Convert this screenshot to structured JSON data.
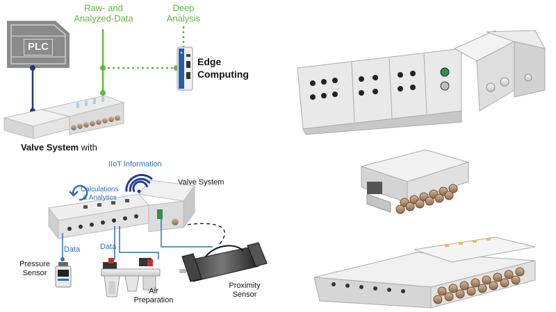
{
  "top": {
    "plc_label": "PLC",
    "raw_data_line1": "Raw- and",
    "raw_data_line2": "Analyzed-Data",
    "deep_analysis_line1": "Deep",
    "deep_analysis_line2": "Analysis",
    "edge_line1": "Edge",
    "edge_line2": "Computing",
    "valve_system_bold": "Valve System",
    "valve_system_rest": " with"
  },
  "bottom": {
    "iiot_information": "IIoT Information",
    "valve_system": "Valve System",
    "calc_line1": "Calculations",
    "calc_line2": "& Analytics",
    "data_left": "Data",
    "data_mid": "Data",
    "pressure_line1": "Pressure",
    "pressure_line2": "Sensor",
    "air_line1": "Air",
    "air_line2": "Preparation",
    "prox_line1": "Proximity",
    "prox_line2": "Sensor"
  },
  "colors": {
    "green": "#5fb83a",
    "navy": "#1f3b7a",
    "blue": "#2f6db5",
    "plc_gray": "#8a8a8a"
  }
}
